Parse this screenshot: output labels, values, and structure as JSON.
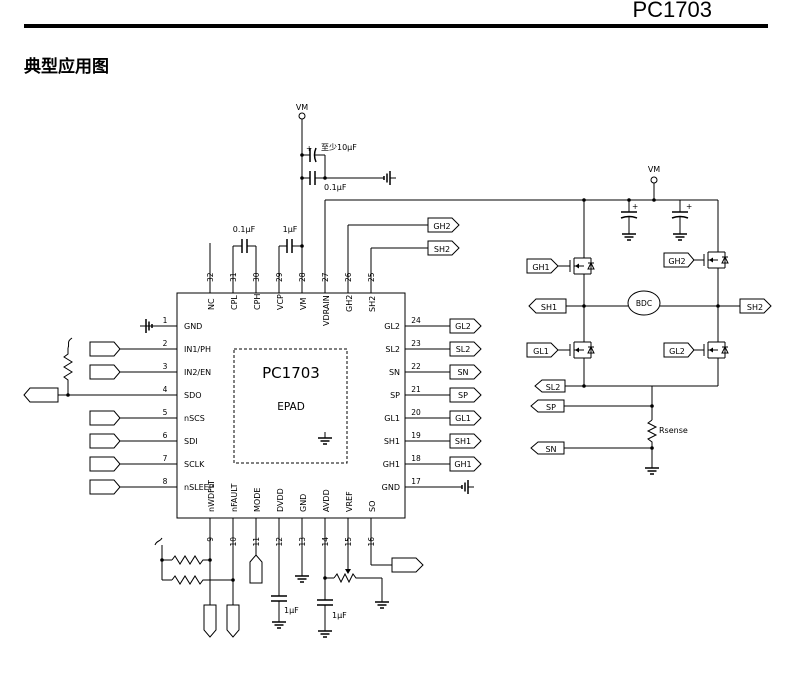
{
  "header": {
    "part_number": "PC1703"
  },
  "section_title": "典型应用图",
  "chip": {
    "name": "PC1703",
    "pad_label": "EPAD"
  },
  "supply": {
    "vm": "VM",
    "cap_bulk": "至少10μF",
    "cap_bypass": "0.1μF",
    "cap_cpl": "0.1μF",
    "cap_vcp": "1μF"
  },
  "pins": {
    "left": [
      {
        "num": "1",
        "name": "GND"
      },
      {
        "num": "2",
        "name": "IN1/PH"
      },
      {
        "num": "3",
        "name": "IN2/EN"
      },
      {
        "num": "4",
        "name": "SDO"
      },
      {
        "num": "5",
        "name": "nSCS"
      },
      {
        "num": "6",
        "name": "SDI"
      },
      {
        "num": "7",
        "name": "SCLK"
      },
      {
        "num": "8",
        "name": "nSLEEP"
      }
    ],
    "bottom": [
      {
        "num": "9",
        "name": "nWDFLT"
      },
      {
        "num": "10",
        "name": "nFAULT"
      },
      {
        "num": "11",
        "name": "MODE"
      },
      {
        "num": "12",
        "name": "DVDD"
      },
      {
        "num": "13",
        "name": "GND"
      },
      {
        "num": "14",
        "name": "AVDD"
      },
      {
        "num": "15",
        "name": "VREF"
      },
      {
        "num": "16",
        "name": "SO"
      }
    ],
    "right": [
      {
        "num": "24",
        "name": "GL2"
      },
      {
        "num": "23",
        "name": "SL2"
      },
      {
        "num": "22",
        "name": "SN"
      },
      {
        "num": "21",
        "name": "SP"
      },
      {
        "num": "20",
        "name": "GL1"
      },
      {
        "num": "19",
        "name": "SH1"
      },
      {
        "num": "18",
        "name": "GH1"
      },
      {
        "num": "17",
        "name": "GND"
      }
    ],
    "top": [
      {
        "num": "32",
        "name": "NC"
      },
      {
        "num": "31",
        "name": "CPL"
      },
      {
        "num": "30",
        "name": "CPH"
      },
      {
        "num": "29",
        "name": "VCP"
      },
      {
        "num": "28",
        "name": "VM"
      },
      {
        "num": "27",
        "name": "VDRAIN"
      },
      {
        "num": "26",
        "name": "GH2"
      },
      {
        "num": "25",
        "name": "SH2"
      }
    ]
  },
  "right_flags": [
    "GL2",
    "SL2",
    "SN",
    "SP",
    "GL1",
    "SH1",
    "GH1"
  ],
  "top_flags": [
    "GH2",
    "SH2"
  ],
  "bottom_caps": {
    "dvdd": "1μF",
    "avdd": "1μF"
  },
  "bridge": {
    "vm": "VM",
    "motor": "BDC",
    "gates": [
      "GH1",
      "GH2",
      "GL1",
      "GL2"
    ],
    "nets": [
      "SH1",
      "SH2",
      "SL2",
      "SP",
      "SN"
    ],
    "rsense": "Rsense"
  }
}
